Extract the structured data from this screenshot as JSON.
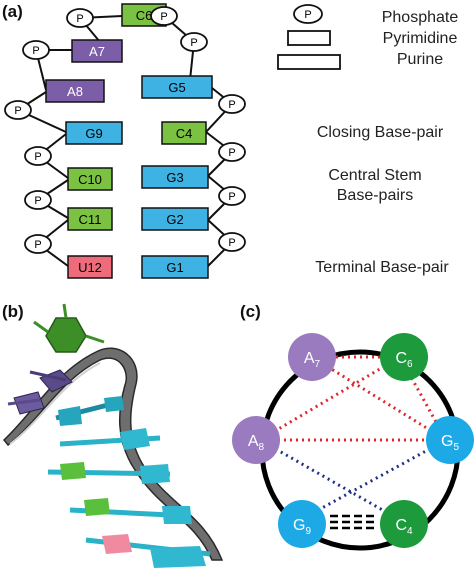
{
  "panels": {
    "a": "(a)",
    "b": "(b)",
    "c": "(c)"
  },
  "colors": {
    "purine": "#7b5ea7",
    "pyrimidine_c": "#7cc242",
    "pyrimidine_u": "#ee6b7b",
    "guanine": "#3db2e3",
    "circle_a": "#9b7bc0",
    "circle_c": "#1d9a3c",
    "circle_g": "#1ca9e6",
    "red_dots": "#e0262a",
    "blue_dots": "#1f2f85"
  },
  "phosphate": "P",
  "bases": {
    "c6": "C6",
    "a7": "A7",
    "a8": "A8",
    "g9": "G9",
    "c10": "C10",
    "c11": "C11",
    "u12": "U12",
    "g5": "G5",
    "c4": "C4",
    "g3": "G3",
    "g2": "G2",
    "g1": "G1"
  },
  "legend": {
    "phosphate": "Phosphate",
    "pyrimidine": "Pyrimidine",
    "purine": "Purine"
  },
  "annotations": {
    "closing": "Closing Base-pair",
    "central_line1": "Central Stem",
    "central_line2": "Base-pairs",
    "terminal": "Terminal Base-pair"
  },
  "circle_nodes": {
    "a7": {
      "base": "A",
      "sub": "7"
    },
    "c6": {
      "base": "C",
      "sub": "6"
    },
    "a8": {
      "base": "A",
      "sub": "8"
    },
    "g5": {
      "base": "G",
      "sub": "5"
    },
    "g9": {
      "base": "G",
      "sub": "9"
    },
    "c4": {
      "base": "C",
      "sub": "4"
    }
  }
}
